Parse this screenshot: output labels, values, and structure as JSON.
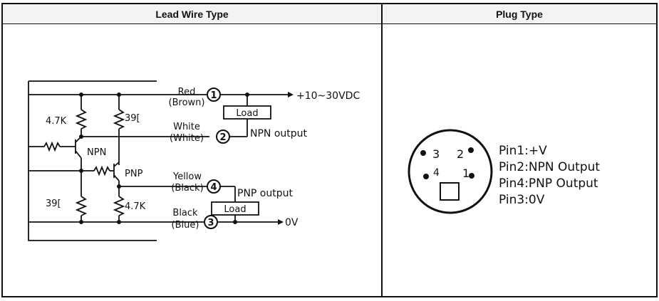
{
  "left_panel": {
    "title": "Lead Wire Type",
    "wires": {
      "red_1": "Red",
      "red_2": "(Brown)",
      "white_1": "White",
      "white_2": "(White)",
      "yellow_1": "Yellow",
      "yellow_2": "(Black)",
      "black_1": "Black",
      "black_2": "(Blue)"
    },
    "pins": [
      "1",
      "2",
      "4",
      "3"
    ],
    "supply": "+10~30VDC",
    "load": "Load",
    "npn_output": "NPN  output",
    "pnp_output": "PNP  output",
    "zero_v": "0V",
    "resistor_top_left": "4.7K",
    "resistor_top_right": "39[",
    "resistor_bottom_left": "39[",
    "resistor_bottom_right": "4.7K",
    "npn": "NPN",
    "pnp": "PNP"
  },
  "right_panel": {
    "title": "Plug Type",
    "pin_numbers": [
      "3",
      "2",
      "4",
      "1"
    ],
    "legend": [
      "Pin1:+V",
      "Pin2:NPN  Output",
      "Pin4:PNP  Output",
      "Pin3:0V"
    ]
  }
}
